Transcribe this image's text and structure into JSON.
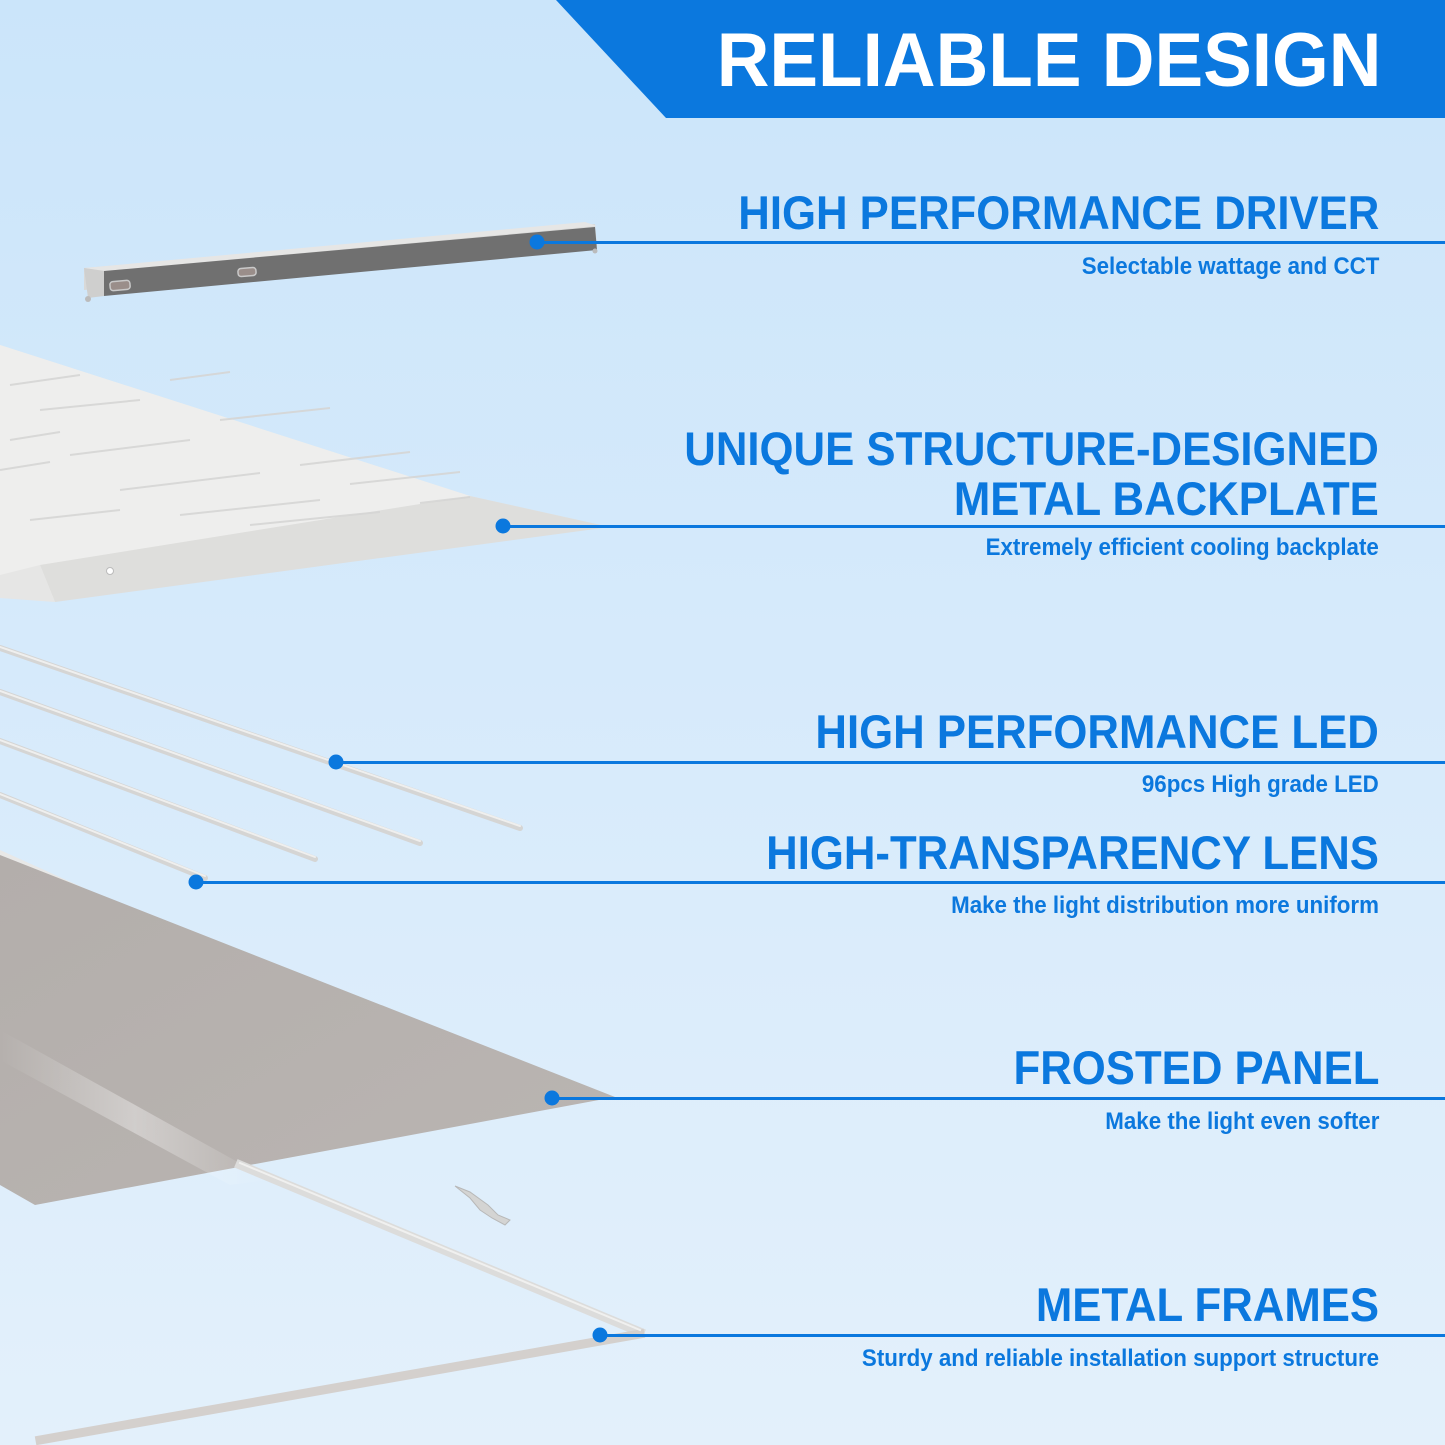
{
  "banner": {
    "title": "RELIABLE DESIGN",
    "color": "#0b78de"
  },
  "colors": {
    "accent": "#0b78de",
    "background_top": "#cbe5fa",
    "background_bottom": "#e3f0fb",
    "panel_gray": "#b8b3b0",
    "part_white": "#ececeb"
  },
  "features": [
    {
      "title": "HIGH PERFORMANCE DRIVER",
      "desc": "Selectable wattage and CCT",
      "part": "driver"
    },
    {
      "title_line1": "UNIQUE STRUCTURE-DESIGNED",
      "title_line2": "METAL BACKPLATE",
      "desc": "Extremely efficient cooling backplate",
      "part": "backplate"
    },
    {
      "title": "HIGH PERFORMANCE LED",
      "desc": "96pcs High grade LED",
      "part": "led-strips"
    },
    {
      "title": "HIGH-TRANSPARENCY LENS",
      "desc": "Make the light distribution more uniform",
      "part": "lens"
    },
    {
      "title": "FROSTED PANEL",
      "desc": "Make the light even softer",
      "part": "frosted-panel"
    },
    {
      "title": "METAL FRAMES",
      "desc": "Sturdy and reliable installation support structure",
      "part": "metal-frame"
    }
  ]
}
